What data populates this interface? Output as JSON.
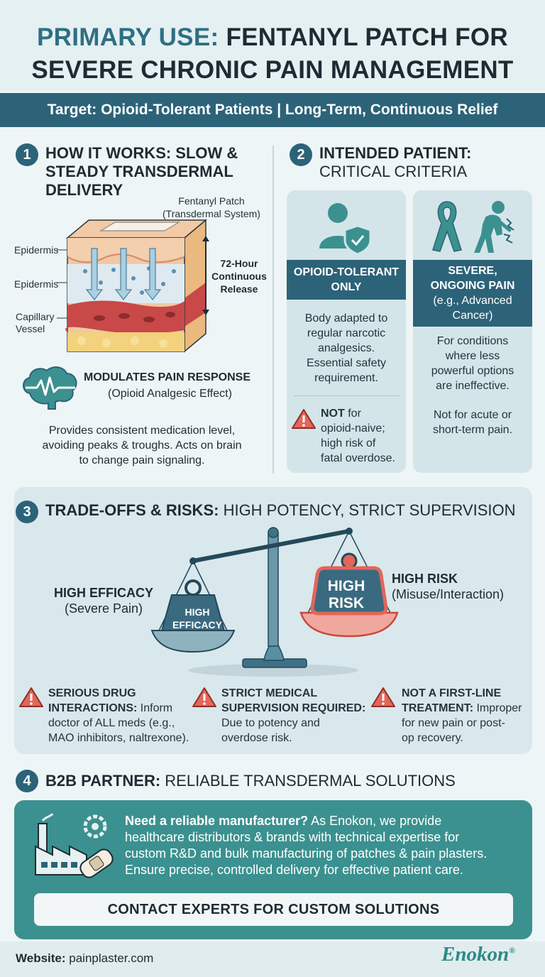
{
  "header": {
    "title_accent": "PRIMARY USE:",
    "title_rest": "FENTANYL PATCH FOR",
    "title_line2": "SEVERE CHRONIC PAIN MANAGEMENT",
    "banner": "Target: Opioid-Tolerant Patients | Long-Term, Continuous Relief"
  },
  "section1": {
    "number": "1",
    "title_line1": "HOW IT WORKS: SLOW &",
    "title_line2": "STEADY TRANSDERMAL",
    "title_line3": "DELIVERY",
    "patch_label_line1": "Fentanyl Patch",
    "patch_label_line2": "(Transdermal System)",
    "layer_epidermis_top": "Epidermis",
    "layer_epidermis_mid": "Epidermis",
    "layer_capillary_line1": "Capillary",
    "layer_capillary_line2": "Vessel",
    "release_line1": "72-Hour",
    "release_line2": "Continuous",
    "release_line3": "Release",
    "modulates_title": "MODULATES PAIN RESPONSE",
    "modulates_sub": "(Opioid Analgesic Effect)",
    "description_line1": "Provides consistent medication level,",
    "description_line2": "avoiding peaks & troughs. Acts on brain",
    "description_line3": "to change pain signaling."
  },
  "section2": {
    "number": "2",
    "title_line1": "INTENDED PATIENT:",
    "title_line2": "CRITICAL CRITERIA",
    "card1": {
      "band_line1": "OPIOID-TOLERANT",
      "band_line2": "ONLY",
      "text_line1": "Body adapted to",
      "text_line2": "regular narcotic",
      "text_line3": "analgesics.",
      "text_line4": "Essential safety",
      "text_line5": "requirement.",
      "warn_bold": "NOT",
      "warn_line1": " for",
      "warn_line2": "opioid-naive;",
      "warn_line3": "high risk of",
      "warn_line4": "fatal overdose."
    },
    "card2": {
      "band_line1": "SEVERE,",
      "band_line2": "ONGOING PAIN",
      "band_line3": "(e.g., Advanced",
      "band_line4": "Cancer)",
      "text_line1": "For conditions",
      "text_line2": "where less",
      "text_line3": "powerful options",
      "text_line4": "are ineffective.",
      "text_line5": "Not for acute or",
      "text_line6": "short-term pain."
    }
  },
  "section3": {
    "number": "3",
    "title_bold": "TRADE-OFFS & RISKS:",
    "title_thin": " HIGH POTENCY, STRICT SUPERVISION",
    "left_label": "HIGH EFFICACY",
    "left_sub": "(Severe Pain)",
    "left_weight_line1": "HIGH",
    "left_weight_line2": "EFFICACY",
    "right_weight_line1": "HIGH",
    "right_weight_line2": "RISK",
    "right_label": "HIGH RISK",
    "right_sub": "(Misuse/Interaction)",
    "risks": [
      {
        "b1": "SERIOUS DRUG",
        "b2": "INTERACTIONS:",
        "t2": " Inform",
        "t3": "doctor of ALL meds (e.g.,",
        "t4": "MAO inhibitors, naltrexone)."
      },
      {
        "b1": "STRICT MEDICAL",
        "b2": "SUPERVISION REQUIRED:",
        "t2": "",
        "t3": "Due to potency and",
        "t4": "overdose risk."
      },
      {
        "b1": "NOT A FIRST-LINE",
        "b2": "TREATMENT:",
        "t2": " Improper",
        "t3": "for new pain or post-",
        "t4": "op recovery."
      }
    ]
  },
  "section4": {
    "number": "4",
    "title_bold": "B2B PARTNER:",
    "title_thin": " RELIABLE TRANSDERMAL SOLUTIONS",
    "text_bold": "Need a reliable manufacturer?",
    "text_line1": " As Enokon, we provide",
    "text_line2": "healthcare distributors & brands with technical expertise for",
    "text_line3": "custom R&D and bulk manufacturing of patches & pain plasters.",
    "text_line4": "Ensure precise, controlled delivery for effective patient care.",
    "cta": "CONTACT EXPERTS FOR CUSTOM SOLUTIONS"
  },
  "footer": {
    "website_label": "Website:",
    "website": " painplaster.com",
    "brand": "Enokon",
    "brand_mark": "®"
  },
  "colors": {
    "primary": "#2c6378",
    "teal": "#3b918f",
    "warning": "#e2665a"
  }
}
